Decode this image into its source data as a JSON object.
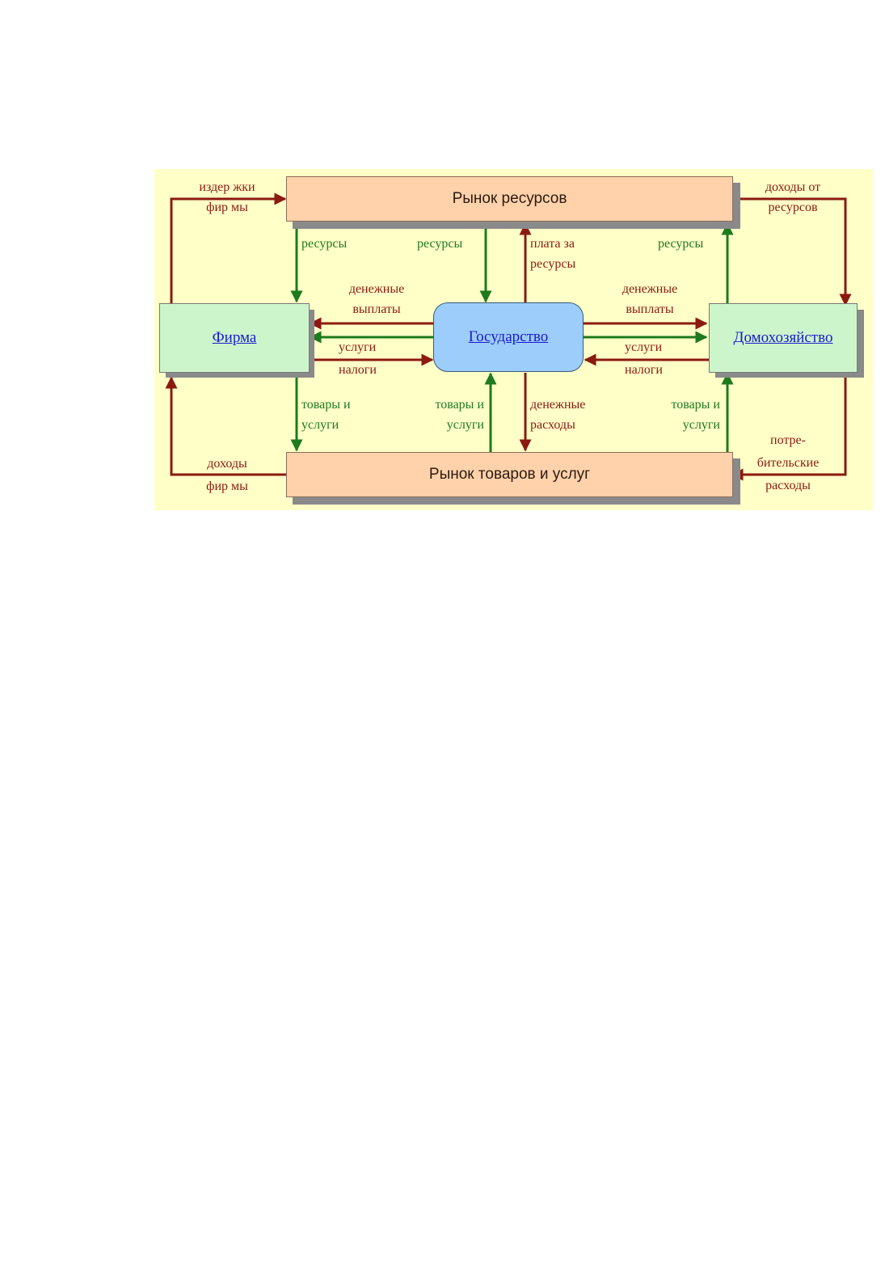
{
  "nodes": {
    "resource_market": "Рынок ресурсов",
    "goods_market": "Рынок товаров и услуг",
    "firm": "Фирма",
    "government": "Государство",
    "household": "Домохозяйство"
  },
  "labels": {
    "firm_costs": "издер жки\nфир мы",
    "resource_income": "доходы от\nресурсов",
    "resources_to_firm": "ресурсы",
    "resources_to_gov": "ресурсы",
    "payment_for_resources": "плата за\nресурсы",
    "resources_from_household": "ресурсы",
    "gov_payments_to_firm": "денежные\nвыплаты",
    "gov_payments_to_household": "денежные\nвыплаты",
    "services_to_firm": "услуги",
    "taxes_from_firm": "налоги",
    "services_to_household": "услуги",
    "taxes_from_household": "налоги",
    "goods_from_firm": "товары и\nуслуги",
    "goods_to_gov": "товары и\nуслуги",
    "gov_spending": "денежные\nрасходы",
    "goods_to_household": "товары и\nуслуги",
    "consumer_spending": "потре-\nбительские\nрасходы",
    "firm_income": "доходы\nфир мы"
  },
  "colors": {
    "background": "#ffffc8",
    "market_fill": "#ffd2ab",
    "actor_fill": "#cdf5cc",
    "government_fill": "#9ccdfb",
    "money_flow": "#8b1a10",
    "goods_flow": "#1e7a1e",
    "link": "#1a1ad0"
  }
}
